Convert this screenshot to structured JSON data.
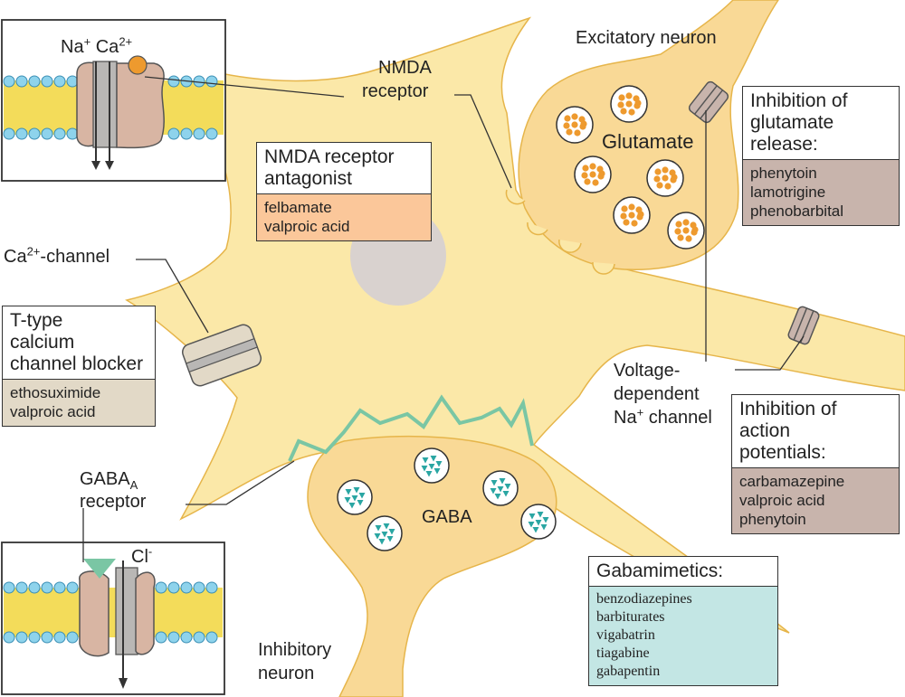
{
  "colors": {
    "neuron_fill": "#fbe8a8",
    "neuron_stroke": "#e6b54a",
    "terminal_fill": "#f9d996",
    "glutamate_dot": "#ee9a2e",
    "gaba_dot": "#2aa6a3",
    "gaba_receptor": "#7ac6a4",
    "nucleus": "#d9d2cf",
    "nmda_body": "#fbc79a",
    "mauve_body": "#c8b4ac",
    "beige_body": "#e2d9c7",
    "teal_body": "#c3e6e4",
    "membrane_head": "#8ed3ec",
    "membrane_tail": "#f3dc5a",
    "channel_brown": "#d8b5a3",
    "channel_gray": "#b9b7b5"
  },
  "labels": {
    "excitatory_neuron": "Excitatory neuron",
    "glutamate": "Glutamate",
    "nmda_receptor_line1": "NMDA",
    "nmda_receptor_line2": "receptor",
    "ca_channel_prefix": "Ca",
    "ca_channel_sup": "2+",
    "ca_channel_suffix": "-channel",
    "na_ion": "Na",
    "na_sup": "+",
    "ca_ion": "Ca",
    "ca_sup": "2+",
    "cl_ion": "Cl",
    "cl_sup": "-",
    "gaba_a_prefix": "GABA",
    "gaba_a_sub": "A",
    "gaba_a_line2": "receptor",
    "gaba": "GABA",
    "voltage_line1": "Voltage-",
    "voltage_line2": "dependent",
    "voltage_line3_prefix": "Na",
    "voltage_line3_sup": "+",
    "voltage_line3_suffix": " channel",
    "inhibitory_line1": "Inhibitory",
    "inhibitory_line2": "neuron"
  },
  "boxes": {
    "nmda_antagonist": {
      "title_line1": "NMDA receptor",
      "title_line2": "antagonist",
      "drugs": [
        "felbamate",
        "valproic acid"
      ]
    },
    "glutamate_release": {
      "title_line1": "Inhibition of",
      "title_line2": "glutamate",
      "title_line3": "release:",
      "drugs": [
        "phenytoin",
        "lamotrigine",
        "phenobarbital"
      ]
    },
    "t_type": {
      "title_line1": "T-type",
      "title_line2": "calcium",
      "title_line3": "channel blocker",
      "drugs": [
        "ethosuximide",
        "valproic acid"
      ]
    },
    "action_potentials": {
      "title_line1": "Inhibition of",
      "title_line2": "action",
      "title_line3": "potentials:",
      "drugs": [
        "carbamazepine",
        "valproic acid",
        "phenytoin"
      ]
    },
    "gabamimetics": {
      "title": "Gabamimetics:",
      "drugs": [
        "benzodiazepines",
        "barbiturates",
        "vigabatrin",
        "tiagabine",
        "gabapentin"
      ]
    }
  }
}
